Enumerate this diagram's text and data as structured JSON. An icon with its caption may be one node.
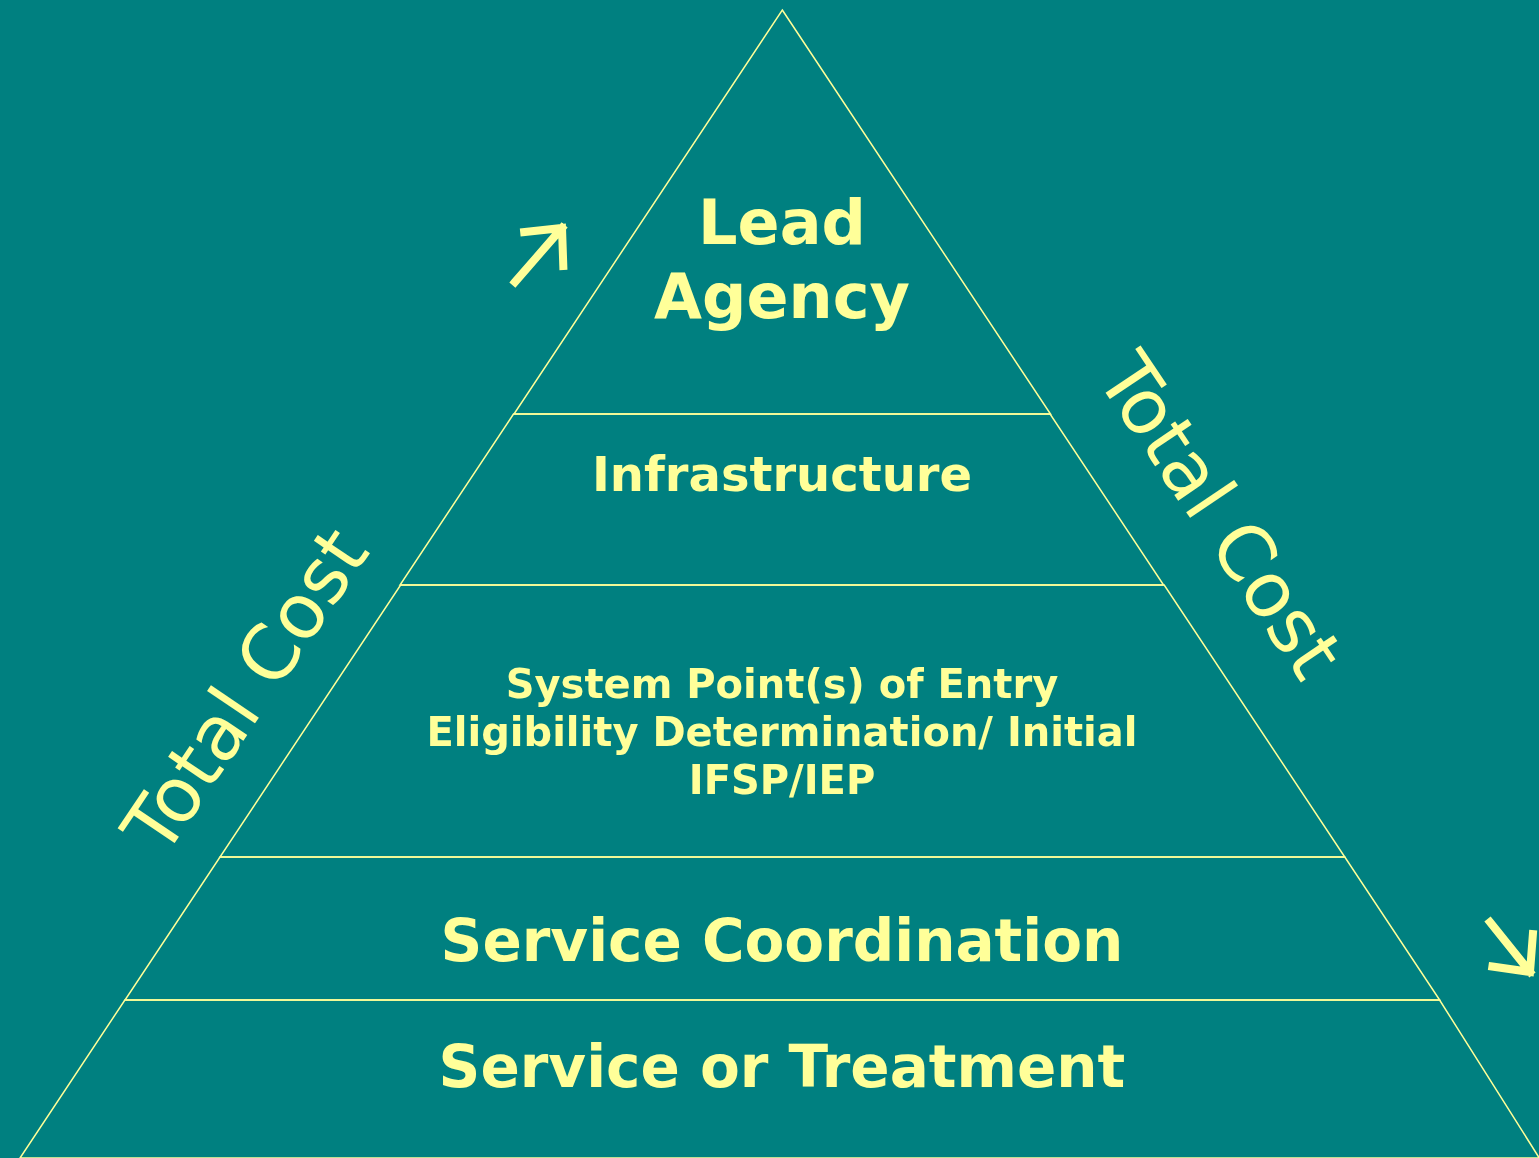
{
  "diagram": {
    "nodes": [
      {
        "text": [
          "Lead Agency"
        ]
      },
      {
        "text": [
          "Infrastructure"
        ]
      },
      {
        "text": [
          "System Point(s) of Entry Eligibility Determination/ Initial IFSP/IEP"
        ]
      },
      {
        "text": [
          "Service Coordination"
        ]
      },
      {
        "text": [
          "Service or Treatment"
        ]
      }
    ],
    "edges": [],
    "labels": [
      "Total Cost",
      "Total Cost"
    ]
  }
}
